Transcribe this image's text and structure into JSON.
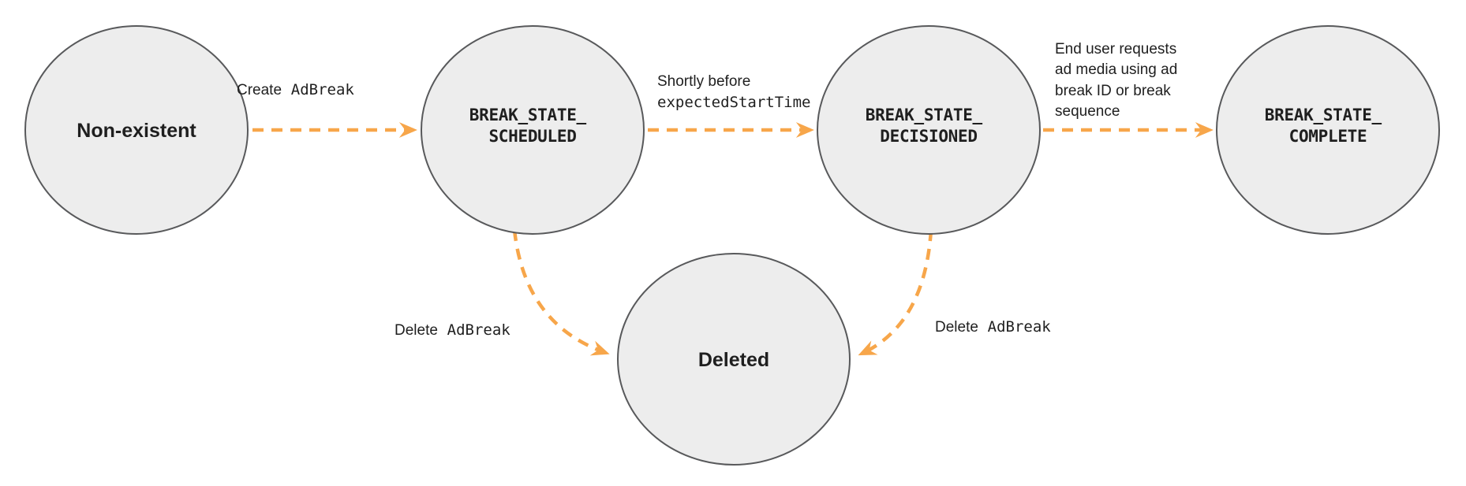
{
  "diagram": {
    "colors": {
      "node_fill": "#EDEDED",
      "node_stroke": "#58595B",
      "arrow": "#F7A64A",
      "text": "#1F1F1F"
    },
    "nodes": {
      "non_existent": {
        "label": "Non-existent"
      },
      "scheduled": {
        "line1": "BREAK_STATE_",
        "line2": "SCHEDULED"
      },
      "decisioned": {
        "line1": "BREAK_STATE_",
        "line2": "DECISIONED"
      },
      "complete": {
        "line1": "BREAK_STATE_",
        "line2": "COMPLETE"
      },
      "deleted": {
        "label": "Deleted"
      }
    },
    "edges": {
      "create": {
        "text_sans": "Create",
        "text_mono": "AdBreak"
      },
      "shortly": {
        "line1": "Shortly before",
        "line2_mono": "expectedStartTime"
      },
      "end_user": {
        "line1": "End user requests",
        "line2": "ad media using ad",
        "line3": "break ID or break",
        "line4": "sequence"
      },
      "delete_left": {
        "text_sans": "Delete",
        "text_mono": "AdBreak"
      },
      "delete_right": {
        "text_sans": "Delete",
        "text_mono": "AdBreak"
      }
    }
  }
}
